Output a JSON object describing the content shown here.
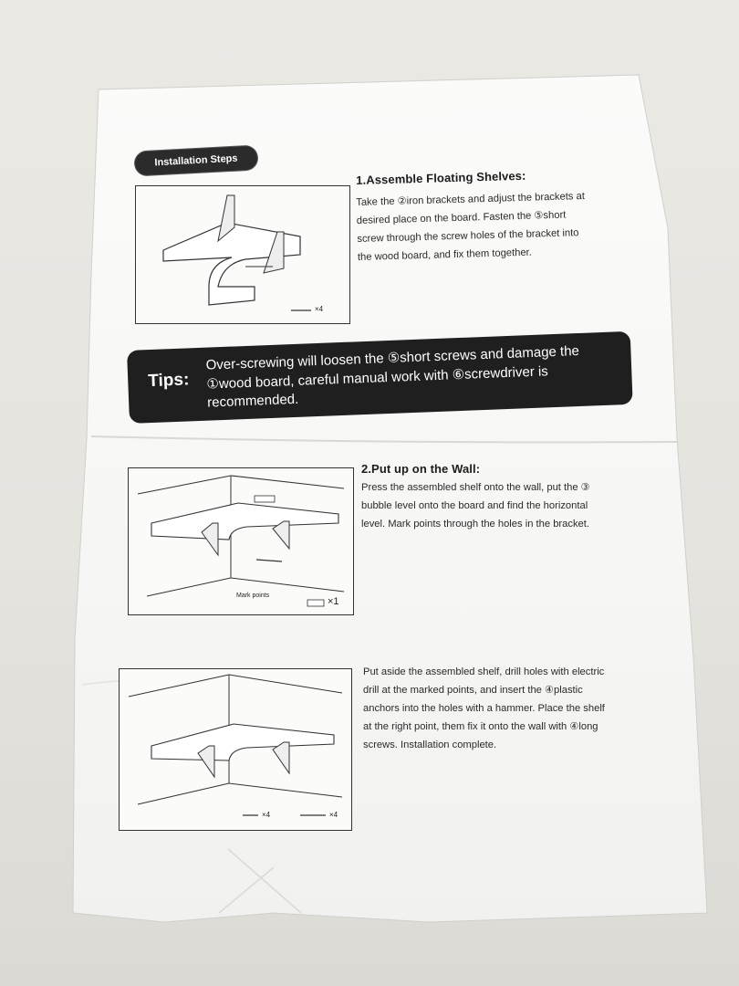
{
  "badge": "Installation Steps",
  "step1": {
    "heading": "1.Assemble Floating Shelves:",
    "lines": [
      "Take the ②iron brackets and adjust the brackets at",
      "desired place on the board. Fasten the ⑤short",
      "screw through the screw holes of the bracket into",
      "the wood board, and fix them together."
    ],
    "qty": "×4"
  },
  "tips": {
    "label": "Tips:",
    "lines": [
      "Over-screwing will loosen the ⑤short screws and damage the",
      "①wood board, careful manual work with ⑥screwdriver is",
      "recommended."
    ]
  },
  "step2": {
    "heading": "2.Put up on the Wall:",
    "lines": [
      "Press the assembled shelf onto the wall, put the ③",
      "bubble level onto the board and find the horizontal",
      "level. Mark points through the holes in the bracket."
    ],
    "mark_label": "Mark points",
    "qty": "×1"
  },
  "step3": {
    "lines": [
      "Put aside the assembled shelf, drill holes with electric",
      "drill at the marked points, and insert the ④plastic",
      "anchors into the holes with a hammer. Place the shelf",
      "at the right point, them fix it onto the wall with ④long",
      "screws. Installation complete."
    ],
    "qty_a": "×4",
    "qty_b": "×4"
  }
}
